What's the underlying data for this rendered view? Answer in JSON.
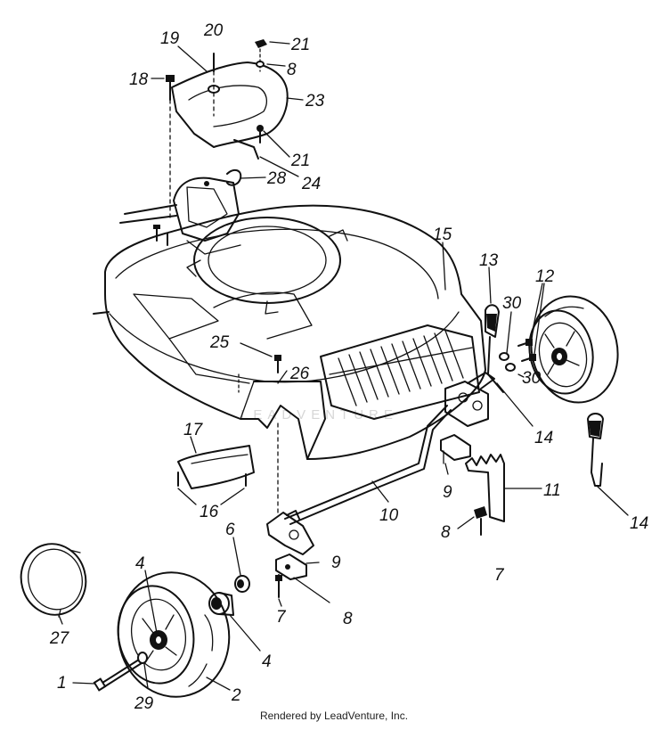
{
  "diagram": {
    "part_numbers": [
      "1",
      "2",
      "4",
      "4",
      "6",
      "7",
      "7",
      "8",
      "8",
      "8",
      "9",
      "9",
      "10",
      "11",
      "12",
      "13",
      "14",
      "14",
      "15",
      "16",
      "17",
      "18",
      "19",
      "20",
      "21",
      "21",
      "23",
      "24",
      "25",
      "26",
      "27",
      "28",
      "29",
      "30",
      "30"
    ],
    "labels": {
      "p1": "1",
      "p2": "2",
      "p4a": "4",
      "p4b": "4",
      "p6": "6",
      "p7a": "7",
      "p7b": "7",
      "p8a": "8",
      "p8b": "8",
      "p8c": "8",
      "p9a": "9",
      "p9b": "9",
      "p10": "10",
      "p11": "11",
      "p12": "12",
      "p13": "13",
      "p14a": "14",
      "p14b": "14",
      "p15": "15",
      "p16": "16",
      "p17": "17",
      "p18": "18",
      "p19": "19",
      "p20": "20",
      "p21a": "21",
      "p21b": "21",
      "p23": "23",
      "p24": "24",
      "p25": "25",
      "p26": "26",
      "p27": "27",
      "p28": "28",
      "p29": "29",
      "p30a": "30",
      "p30b": "30"
    },
    "watermark": "LEADVENTURE"
  },
  "footer": {
    "text": "Rendered by LeadVenture, Inc."
  }
}
